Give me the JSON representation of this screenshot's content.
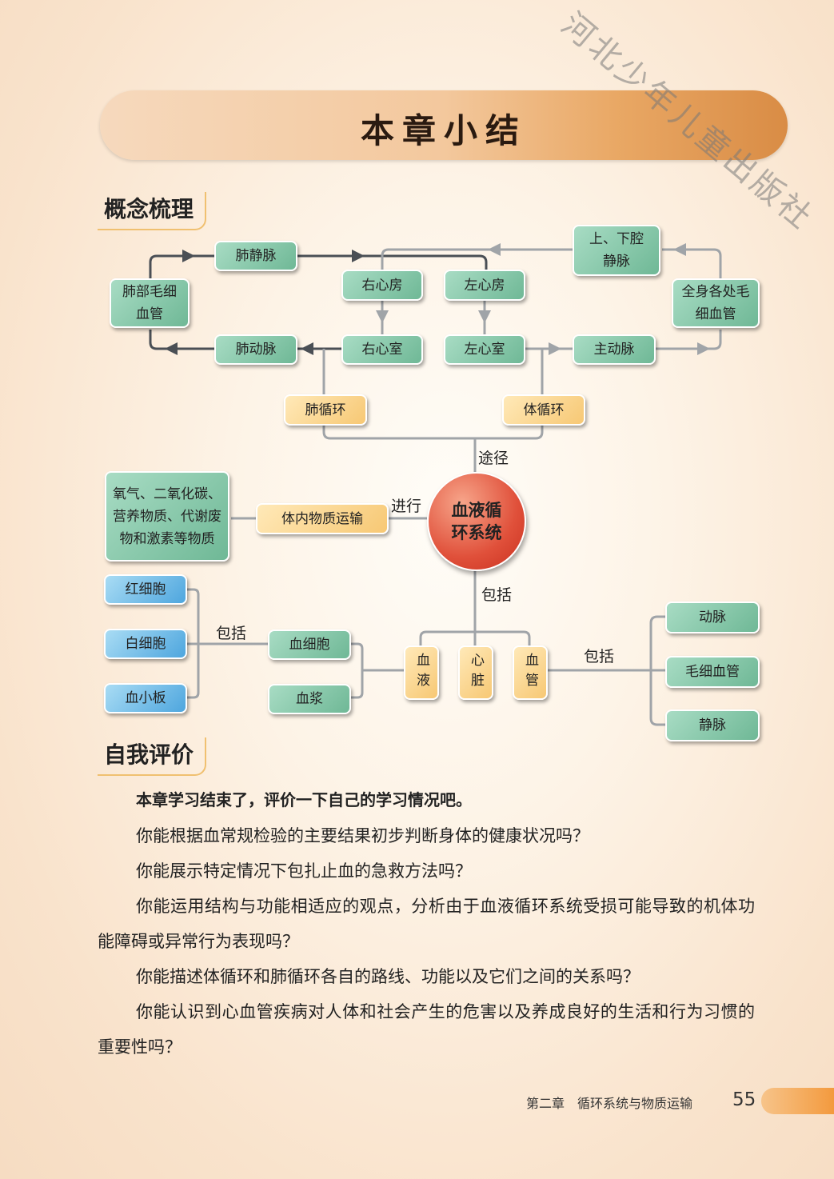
{
  "watermark": "河北少年儿童出版社",
  "title": "本章小结",
  "sections": {
    "concept": "概念梳理",
    "self_eval": "自我评价"
  },
  "diagram": {
    "pulmonary_vein": "肺静脉",
    "lung_capillaries": "肺部毛细血管",
    "right_atrium": "右心房",
    "left_atrium": "左心房",
    "vena_cava": "上、下腔静脉",
    "body_capillaries": "全身各处毛细血管",
    "pulmonary_artery": "肺动脉",
    "right_ventricle": "右心室",
    "left_ventricle": "左心室",
    "aorta": "主动脉",
    "pulmonary_circulation": "肺循环",
    "systemic_circulation": "体循环",
    "route_label": "途径",
    "center": "血液循环系统",
    "perform_label": "进行",
    "transport": "体内物质运输",
    "substances": "氧气、二氧化碳、营养物质、代谢废物和激素等物质",
    "include_label": "包括",
    "rbc": "红细胞",
    "wbc": "白细胞",
    "platelet": "血小板",
    "blood_cells": "血细胞",
    "plasma": "血浆",
    "blood": "血液",
    "heart": "心脏",
    "vessels": "血管",
    "artery": "动脉",
    "capillary": "毛细血管",
    "vein": "静脉"
  },
  "self_eval": {
    "intro": "本章学习结束了，评价一下自己的学习情况吧。",
    "q1": "你能根据血常规检验的主要结果初步判断身体的健康状况吗？",
    "q2": "你能展示特定情况下包扎止血的急救方法吗？",
    "q3": "你能运用结构与功能相适应的观点，分析由于血液循环系统受损可能导致的机体功能障碍或异常行为表现吗？",
    "q4": "你能描述体循环和肺循环各自的路线、功能以及它们之间的关系吗？",
    "q5": "你能认识到心血管疾病对人体和社会产生的危害以及养成良好的生活和行为习惯的重要性吗？"
  },
  "footer": {
    "chapter": "第二章　循环系统与物质运输",
    "page": "55"
  }
}
